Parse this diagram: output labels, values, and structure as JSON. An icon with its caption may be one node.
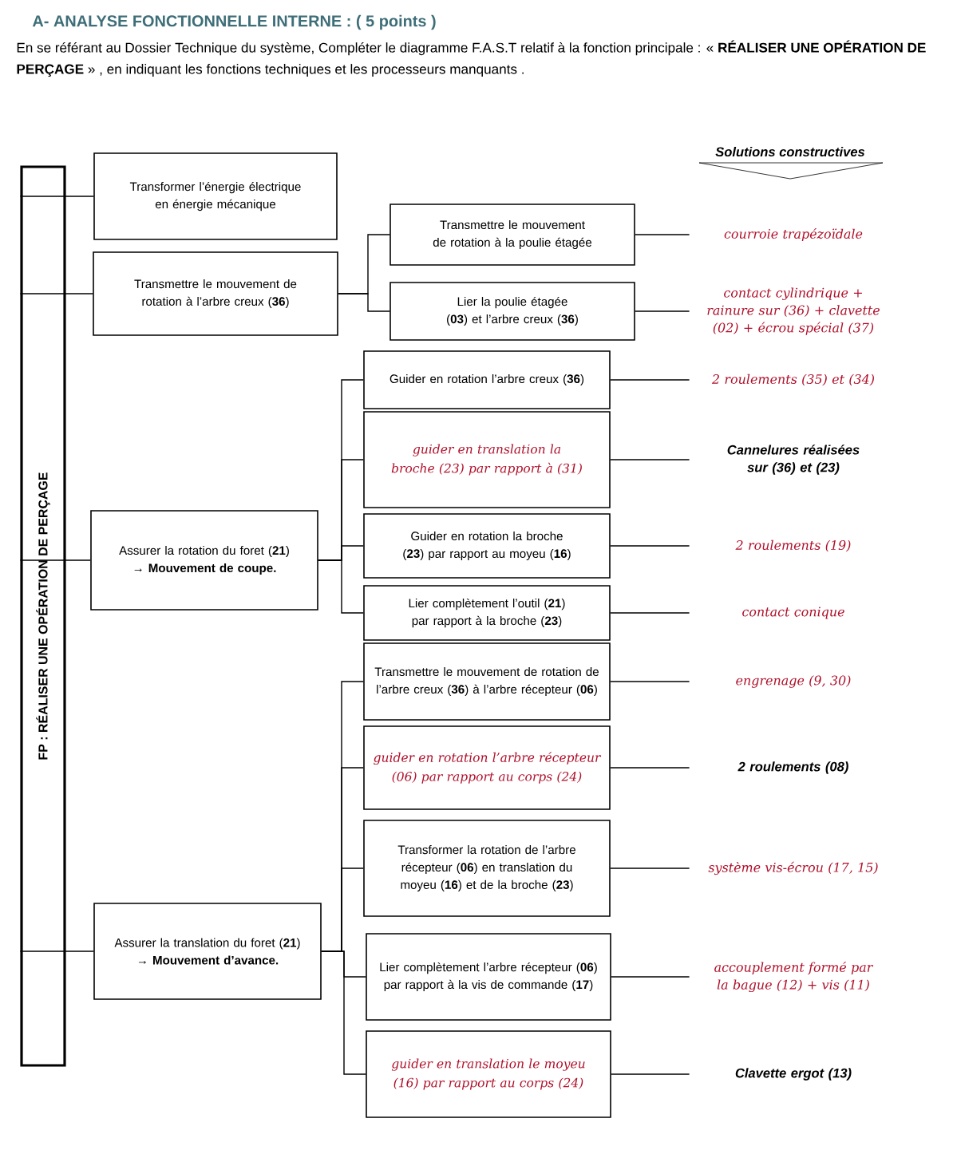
{
  "diagram": {
    "title": "A-   ANALYSE FONCTIONNELLE INTERNE :  ( 5 points )",
    "nodes": [
      {
        "text": [
          "FP : RÉALISER UNE OPÉRATION DE PERÇAGE"
        ]
      },
      {
        "text": [
          "Transformer l’énergie électrique en énergie mécanique"
        ]
      },
      {
        "text": [
          "Transmettre le mouvement de rotation à l’arbre creux (**36**)"
        ]
      },
      {
        "text": [
          "Transmettre le mouvement de rotation à la poulie étagée"
        ]
      },
      {
        "text": [
          "Lier la poulie étagée (**03**) et l’arbre creux (**36**)"
        ]
      },
      {
        "text": [
          "Assurer la rotation du foret (**21**)",
          "→ Mouvement de coupe."
        ]
      },
      {
        "text": [
          "Guider en rotation l’arbre creux (**36**)"
        ]
      },
      {
        "text": [
          "guider en translation la broche (23) par rapport à (31)"
        ]
      },
      {
        "text": [
          "Guider en rotation la broche (**23**) par rapport au moyeu (**16**)"
        ]
      },
      {
        "text": [
          "Lier complètement l’outil (**21**) par rapport à la broche (**23**)"
        ]
      },
      {
        "text": [
          "Transmettre le mouvement de rotation de l’arbre creux (**36**) à l’arbre récepteur (**06**)"
        ]
      },
      {
        "text": [
          "guider en rotation l’arbre récepteur (06) par rapport au corps (24)"
        ]
      },
      {
        "text": [
          "Assurer la translation du foret (**21**)",
          "→ Mouvement d’avance."
        ]
      },
      {
        "text": [
          "Transformer la rotation de l’arbre récepteur (**06**) en translation du moyeu (**16**) et de la broche (**23**)"
        ]
      },
      {
        "text": [
          "Lier complètement l’arbre récepteur (**06**) par rapport à la vis de commande (**17**)"
        ]
      },
      {
        "text": [
          "guider en translation le moyeu (16) par rapport au corps (24)"
        ]
      },
      {
        "text": [
          "courroie trapézoïdale"
        ]
      },
      {
        "text": [
          "contact cylindrique + rainure sur (36) + clavette (02) + écrou spécial (37)"
        ]
      },
      {
        "text": [
          "2 roulements (35) et (34)"
        ]
      },
      {
        "text": [
          "Cannelures réalisées sur (36) et (23)"
        ]
      },
      {
        "text": [
          "2 roulements (19)"
        ]
      },
      {
        "text": [
          "contact conique"
        ]
      },
      {
        "text": [
          "engrenage (9, 30)"
        ]
      },
      {
        "text": [
          "2 roulements (08)"
        ]
      },
      {
        "text": [
          "système vis-écrou (17, 15)"
        ]
      },
      {
        "text": [
          "accouplement formé par la bague (12) + vis (11)"
        ]
      },
      {
        "text": [
          "Clavette ergot (13)"
        ]
      }
    ],
    "edges": [
      {
        "from": 0,
        "to": 1,
        "arrow": "none"
      },
      {
        "from": 0,
        "to": 2,
        "arrow": "none"
      },
      {
        "from": 0,
        "to": 5,
        "arrow": "none"
      },
      {
        "from": 0,
        "to": 12,
        "arrow": "none"
      },
      {
        "from": 2,
        "to": 3,
        "arrow": "none"
      },
      {
        "from": 2,
        "to": 4,
        "arrow": "none"
      },
      {
        "from": 5,
        "to": 6,
        "arrow": "none"
      },
      {
        "from": 5,
        "to": 7,
        "arrow": "none"
      },
      {
        "from": 5,
        "to": 8,
        "arrow": "none"
      },
      {
        "from": 5,
        "to": 9,
        "arrow": "none"
      },
      {
        "from": 12,
        "to": 10,
        "arrow": "none"
      },
      {
        "from": 12,
        "to": 11,
        "arrow": "none"
      },
      {
        "from": 12,
        "to": 13,
        "arrow": "none"
      },
      {
        "from": 12,
        "to": 14,
        "arrow": "none"
      },
      {
        "from": 12,
        "to": 15,
        "arrow": "none"
      },
      {
        "from": 3,
        "to": 16,
        "arrow": "none"
      },
      {
        "from": 4,
        "to": 17,
        "arrow": "none"
      },
      {
        "from": 6,
        "to": 18,
        "arrow": "none"
      },
      {
        "from": 7,
        "to": 19,
        "arrow": "none"
      },
      {
        "from": 8,
        "to": 20,
        "arrow": "none"
      },
      {
        "from": 9,
        "to": 21,
        "arrow": "none"
      },
      {
        "from": 10,
        "to": 22,
        "arrow": "none"
      },
      {
        "from": 11,
        "to": 23,
        "arrow": "none"
      },
      {
        "from": 13,
        "to": 24,
        "arrow": "none"
      },
      {
        "from": 14,
        "to": 25,
        "arrow": "none"
      },
      {
        "from": 15,
        "to": 26,
        "arrow": "none"
      }
    ],
    "labels": [
      "En se référant au Dossier Technique du système, Compléter le diagramme F.A.S.T relatif  à la fonction principale : « **RÉALISER UNE OPÉRATION DE PERÇAGE** »  , en indiquant les fonctions  techniques et les processeurs manquants  .",
      "Solutions constructives"
    ]
  }
}
